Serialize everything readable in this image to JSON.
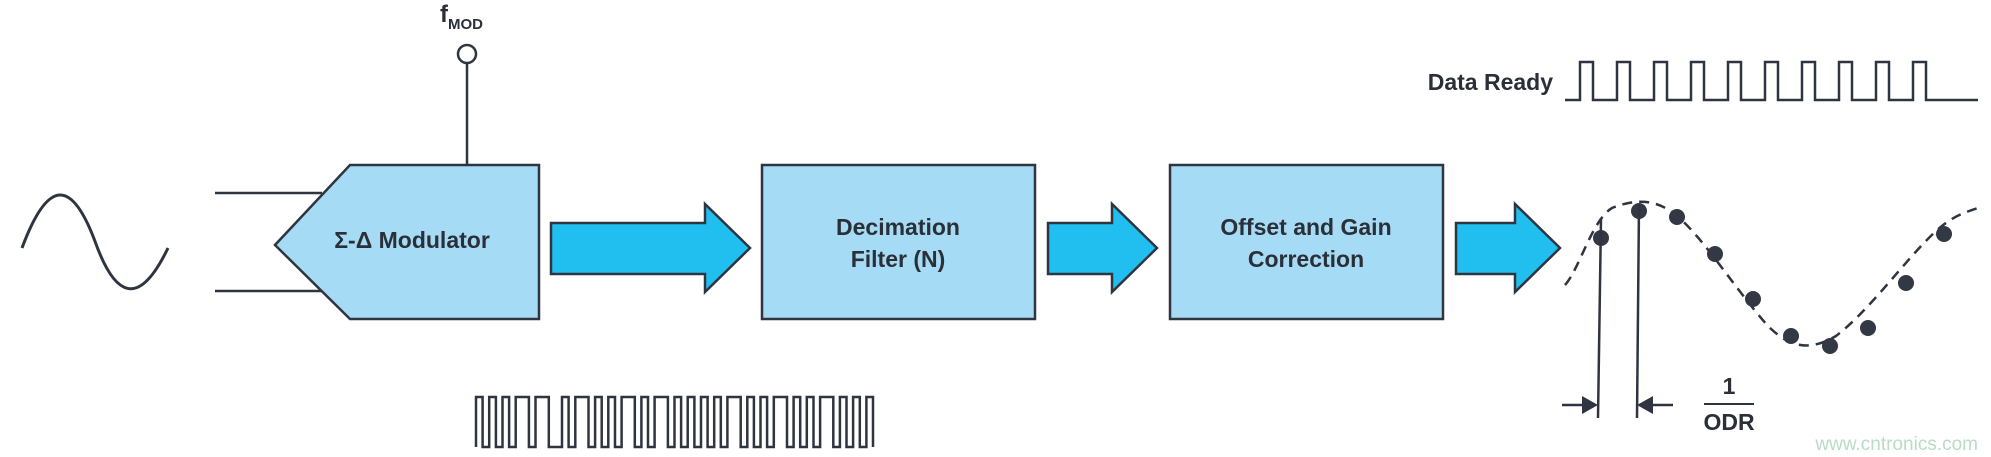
{
  "fmod": {
    "main": "f",
    "sub": "MOD"
  },
  "blocks": {
    "modulator": "Σ-Δ Modulator",
    "decimation": [
      "Decimation",
      "Filter (N)"
    ],
    "correction": [
      "Offset and Gain",
      "Correction"
    ]
  },
  "data_ready_label": "Data Ready",
  "odr": {
    "numerator": "1",
    "denominator": "ODR"
  },
  "watermark": "www.cntronics.com",
  "colors": {
    "block_fill": "#a6dbf5",
    "arrow_fill": "#21bff0",
    "stroke": "#2f3540",
    "dot": "#323844"
  }
}
